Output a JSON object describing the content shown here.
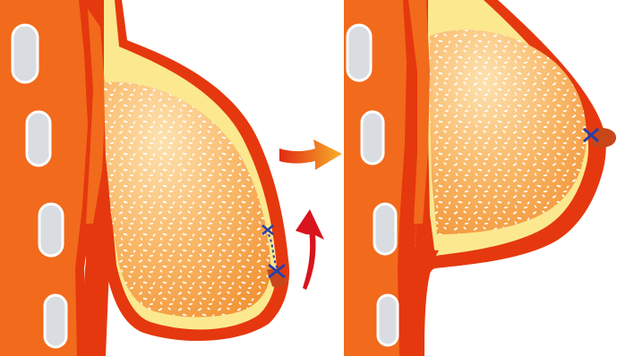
{
  "colors": {
    "background": "#ffffff",
    "skin_red": "#e5380e",
    "muscle_orange": "#f26a1c",
    "fat_yellow": "#fbe88f",
    "gland_light": "#fde2b0",
    "gland_mid": "#f9b766",
    "gland_dark": "#f18d2c",
    "speckle": "#ffffff",
    "rib_fill": "#d9dde2",
    "rib_border": "#ffffff",
    "nipple": "#c8461a",
    "mark_blue": "#2b3fa6",
    "arrow_red": "#d8141c",
    "arrow_orange_start": "#e22a14",
    "arrow_orange_end": "#f8b12a"
  },
  "panels": [
    {
      "name": "before",
      "marks": [
        "upper-x-mark",
        "lower-x-mark"
      ],
      "lift_arrow_icon": "curved-up-arrow-icon"
    },
    {
      "name": "after",
      "marks": [
        "nipple-x-mark"
      ]
    }
  ],
  "transition_icon": "right-arrow-icon"
}
